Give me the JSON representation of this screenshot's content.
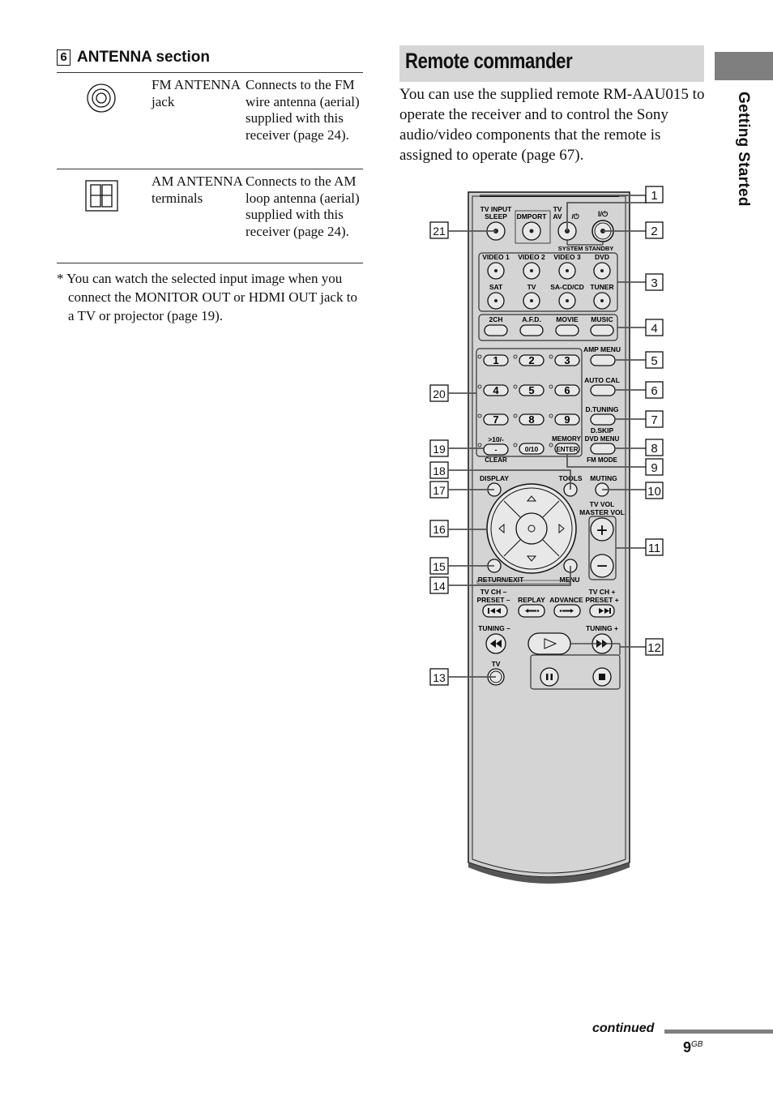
{
  "antenna": {
    "section_num": "6",
    "section_title": "ANTENNA section",
    "rows": [
      {
        "icon": "fm-jack-icon",
        "name": "FM ANTENNA jack",
        "desc": "Connects to the FM wire antenna (aerial) supplied with this receiver (page 24)."
      },
      {
        "icon": "am-terminal-icon",
        "name": "AM ANTENNA terminals",
        "desc": "Connects to the AM loop antenna (aerial) supplied with this receiver (page 24)."
      }
    ],
    "footnote": "* You can watch the selected input image when you connect the MONITOR OUT or HDMI OUT jack to a TV or projector (page 19)."
  },
  "remote": {
    "title": "Remote commander",
    "intro": "You can use the supplied remote RM-AAU015 to operate the receiver and to control the Sony audio/video components that the remote is assigned to operate (page 67).",
    "labels": {
      "tv_input": "TV INPUT",
      "sleep": "SLEEP",
      "dmport": "DMPORT",
      "tv": "TV",
      "av": "AV",
      "power": "I/⏻",
      "power_small": "/⏻",
      "system_standby": "SYSTEM STANDBY",
      "video1": "VIDEO 1",
      "video2": "VIDEO 2",
      "video3": "VIDEO 3",
      "dvd": "DVD",
      "sat": "SAT",
      "tv2": "TV",
      "sacd": "SA-CD/CD",
      "tuner": "TUNER",
      "ch2": "2CH",
      "afd": "A.F.D.",
      "movie": "MOVIE",
      "music": "MUSIC",
      "amp_menu": "AMP MENU",
      "auto_cal": "AUTO CAL",
      "d_tuning": "D.TUNING",
      "d_skip": "D.SKIP",
      "dvd_menu": "DVD MENU",
      "fm_mode": "FM MODE",
      "memory": "MEMORY",
      "enter": "ENTER",
      "ten": ">10/-",
      "dash": "-",
      "clear": "CLEAR",
      "zero": "0/10",
      "display": "DISPLAY",
      "tools": "TOOLS",
      "muting": "MUTING",
      "tv_vol": "TV VOL",
      "master_vol": "MASTER VOL",
      "plus": "+",
      "minus": "−",
      "return_exit": "RETURN/EXIT",
      "menu": "MENU",
      "tv_ch_minus": "TV CH –",
      "preset_minus": "PRESET –",
      "replay": "REPLAY",
      "advance": "ADVANCE",
      "tv_ch_plus": "TV CH +",
      "preset_plus": "PRESET +",
      "tuning_minus": "TUNING –",
      "tuning_plus": "TUNING +",
      "tv3": "TV"
    },
    "digits": [
      "1",
      "2",
      "3",
      "4",
      "5",
      "6",
      "7",
      "8",
      "9"
    ],
    "callouts_right": [
      "1",
      "2",
      "3",
      "4",
      "5",
      "6",
      "7",
      "8",
      "9",
      "10",
      "11",
      "12"
    ],
    "callouts_left": [
      "21",
      "20",
      "19",
      "18",
      "17",
      "16",
      "15",
      "14",
      "13"
    ]
  },
  "side_tab": "Getting Started",
  "continued": "continued",
  "page_number": "9",
  "page_suffix": "GB"
}
